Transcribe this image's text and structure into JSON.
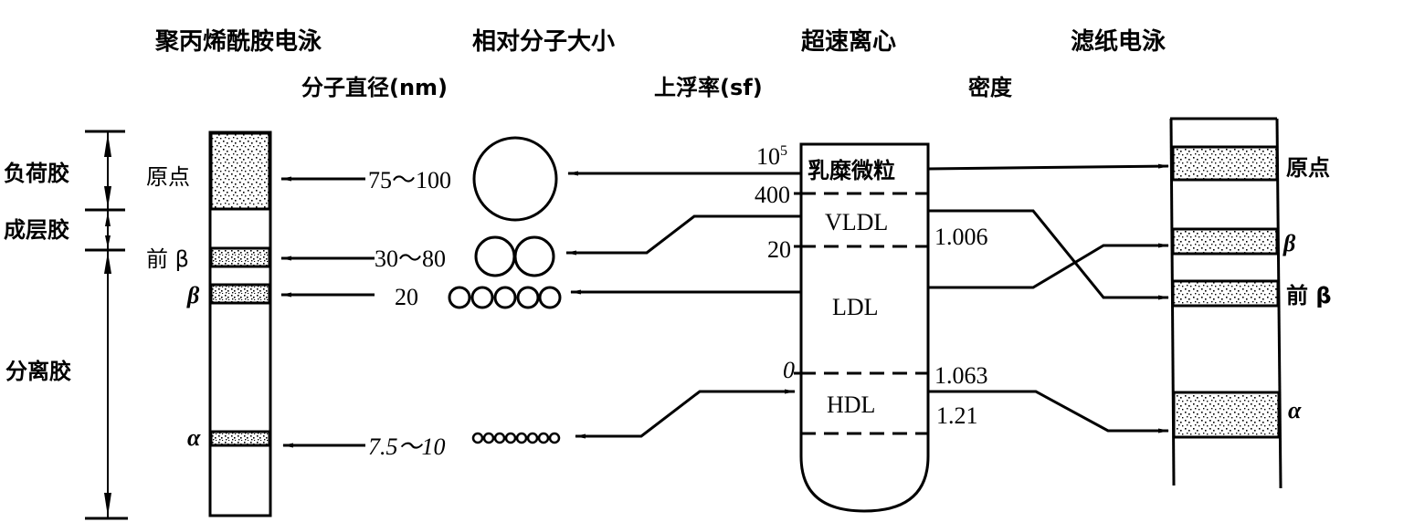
{
  "headers": {
    "page_electrophoresis": "聚丙烯酰胺电泳",
    "relative_size": "相对分子大小",
    "molecule_diameter": "分子直径(nm)",
    "ultracentrifuge": "超速离心",
    "flotation_rate": "上浮率(sf)",
    "density": "密度",
    "paper_electrophoresis": "滤纸电泳"
  },
  "gel_zones": {
    "stacking_gel_neg": "负荷胶",
    "stacking_layer": "成层胶",
    "separation_gel": "分离胶"
  },
  "page_bands": {
    "origin": "原点",
    "pre_beta": "前 β",
    "beta": "β",
    "alpha": "α"
  },
  "diameters": {
    "chylomicron": "75～100",
    "vldl": "30～80",
    "ldl": "20",
    "hdl": "7.5～10"
  },
  "tube": {
    "chylomicron_label": "乳糜微粒",
    "vldl_label": "VLDL",
    "ldl_label": "LDL",
    "hdl_label": "HDL",
    "sf_values": [
      "10⁵",
      "400",
      "20",
      "0"
    ],
    "sf_top": "10",
    "sf_top_exp": "5",
    "sf_400": "400",
    "sf_20": "20",
    "sf_0": "0",
    "density_values": {
      "d1": "1.006",
      "d2": "1.063",
      "d3": "1.21"
    }
  },
  "paper_bands": {
    "origin": "原点",
    "beta": "β",
    "pre_beta": "前 β",
    "alpha": "α"
  }
}
